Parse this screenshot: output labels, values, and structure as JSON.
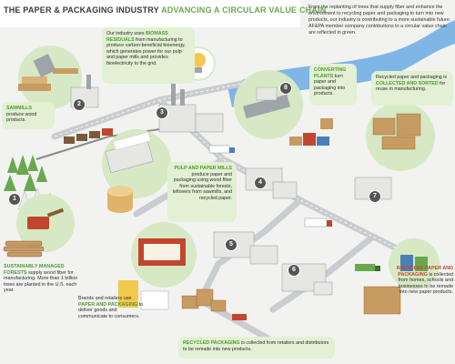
{
  "header": {
    "title_part1": "THE PAPER & PACKAGING INDUSTRY",
    "title_part2": "ADVANCING A CIRCULAR VALUE CHAIN",
    "intro": "From the replanting of trees that supply fiber and enhance the environment to recycling paper and packaging to turn into new products, our industry is contributing to a more sustainable future. AF&PA member company contributions to a circular value chain are reflected in green."
  },
  "steps": [
    {
      "number": "1",
      "label_bold": "SUSTAINABLY MANAGED FORESTS",
      "label_rest": " supply wood fiber for manufacturing. More than 1 billion trees are planted in the U.S. each year."
    },
    {
      "number": "2",
      "label_bold": "SAWMILLS",
      "label_rest": " produce wood products."
    },
    {
      "number": "3",
      "label_pre": "Our industry uses ",
      "label_bold": "BIOMASS RESIDUALS",
      "label_rest": " from manufacturing to produce carbon-beneficial bioenergy, which generates power for our pulp and paper mills and provides bioelectricity to the grid."
    },
    {
      "number": "4",
      "label_bold": "PULP AND PAPER MILLS",
      "label_rest": " produce paper and packaging using wood fiber from sustainable forests, leftovers from sawmills, and recycled paper."
    },
    {
      "number": "5",
      "label_pre": "Brands and retailers use ",
      "label_bold": "PAPER AND PACKAGING",
      "label_rest": " to deliver goods and communicate to consumers."
    },
    {
      "number": "6",
      "label_bold": "RECYCLED PAPER AND PACKAGING",
      "label_rest": " is collected from homes, schools and businesses to be remade into new paper products."
    },
    {
      "number": "7",
      "label_pre": "Recycled paper and packaging is ",
      "label_bold": "COLLECTED AND SORTED",
      "label_rest": " for reuse in manufacturing."
    },
    {
      "number": "8",
      "label_bold": "CONVERTING PLANTS",
      "label_rest": " turn paper and packaging into products."
    }
  ],
  "recycled_packaging": {
    "label_bold": "RECYCLED PACKAGING",
    "label_rest": " is collected from retailers and distributors to be remade into new products."
  },
  "colors": {
    "accent_green": "#6aa84f",
    "accent_red": "#c2452d",
    "box_green": "#e2f0d3",
    "river": "#7fb6e6",
    "road": "#c9ccd0"
  }
}
